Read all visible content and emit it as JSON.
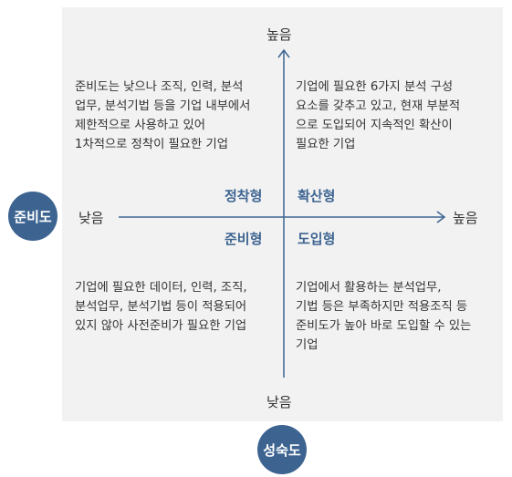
{
  "axes": {
    "x_label": "준비도",
    "y_label": "성숙도",
    "x_low": "낮음",
    "x_high": "높음",
    "y_low": "낮음",
    "y_high": "높음"
  },
  "quadrants": {
    "top_left": {
      "name": "정착형",
      "lines": [
        "준비도는 낮으나 조직, 인력, 분석",
        "업무, 분석기법 등을 기업 내부에서",
        "제한적으로 사용하고 있어",
        "1차적으로 정착이 필요한 기업"
      ]
    },
    "top_right": {
      "name": "확산형",
      "lines": [
        "기업에 필요한 6가지 분석 구성",
        "요소를 갖추고 있고, 현재 부분적",
        "으로 도입되어 지속적인 확산이",
        "필요한 기업"
      ]
    },
    "bottom_left": {
      "name": "준비형",
      "lines": [
        "기업에 필요한 데이터, 인력, 조직,",
        "분석업무, 분석기법 등이 적용되어",
        "있지 않아 사전준비가 필요한 기업"
      ]
    },
    "bottom_right": {
      "name": "도입형",
      "lines": [
        "기업에서 활용하는 분석업무,",
        "기법 등은 부족하지만 적용조직 등",
        "준비도가 높아 바로 도입할 수 있는",
        "기업"
      ]
    }
  },
  "colors": {
    "accent": "#3d6491",
    "panel": "#f2f2f2",
    "axis": "#3d6491",
    "text": "#333333"
  }
}
